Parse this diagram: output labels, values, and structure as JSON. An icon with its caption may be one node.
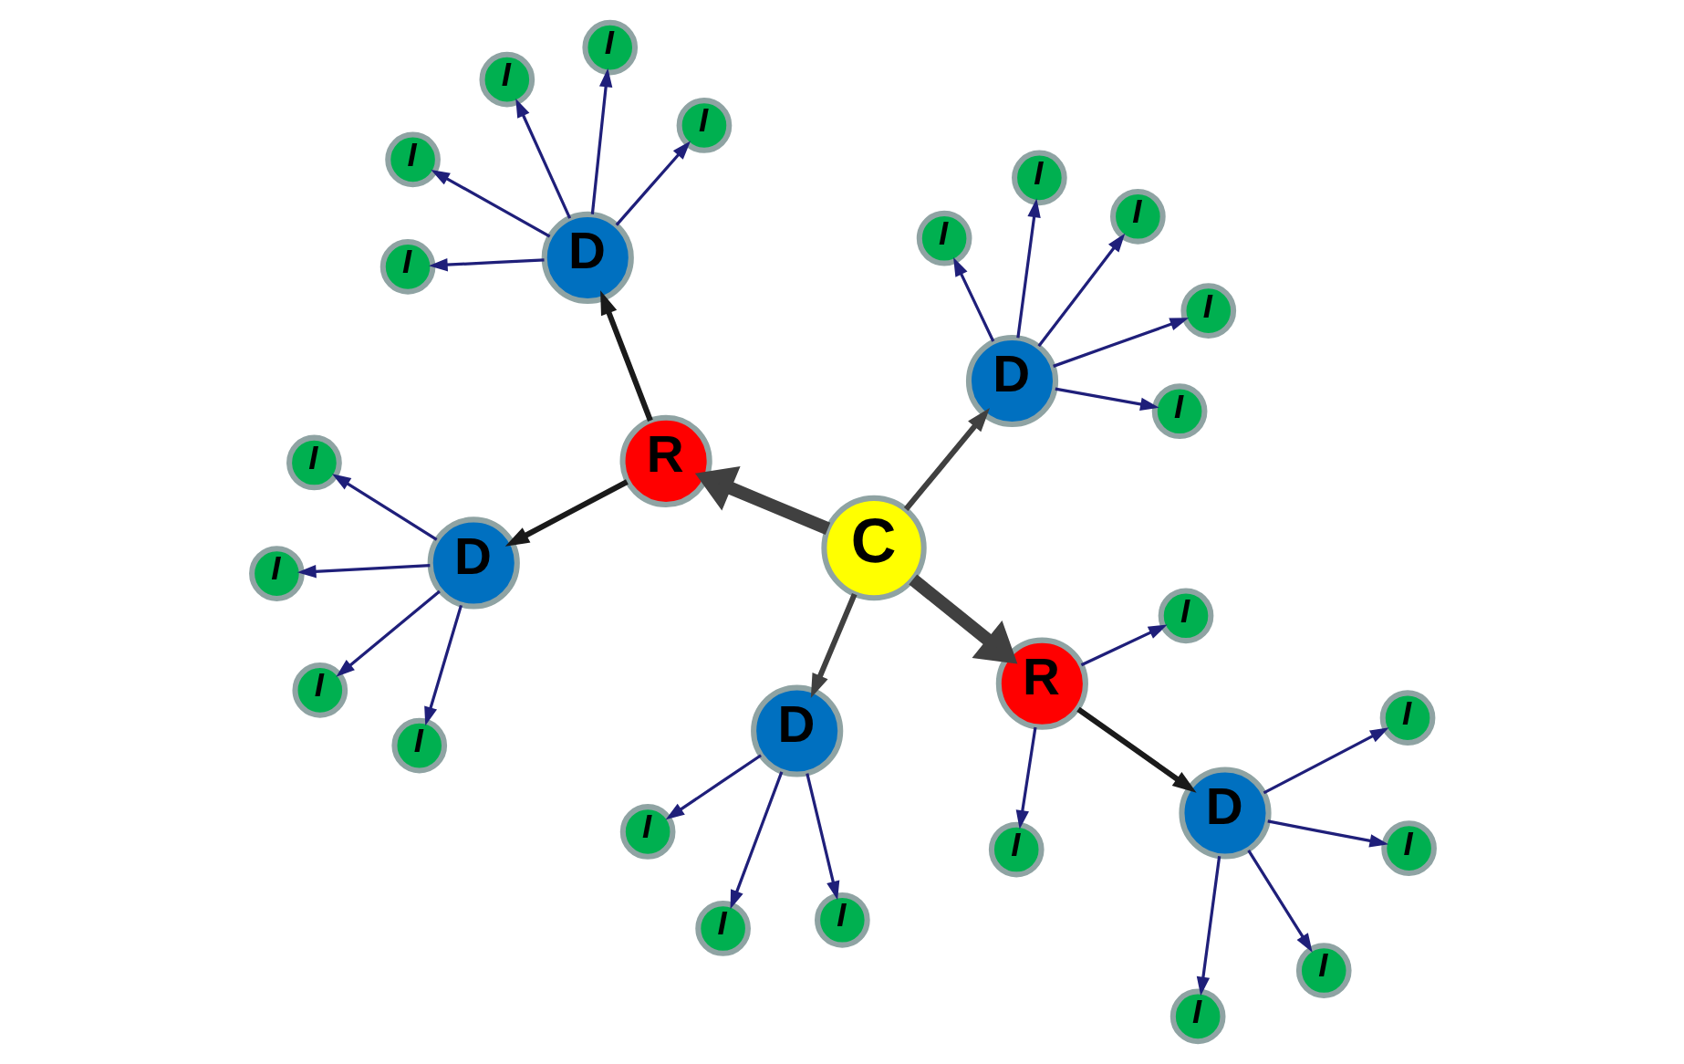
{
  "diagram": {
    "nodes": [
      {
        "text": [
          "C"
        ]
      },
      {
        "text": [
          "D"
        ]
      },
      {
        "text": [
          "D"
        ]
      },
      {
        "text": [
          "R"
        ]
      },
      {
        "text": [
          "R"
        ]
      },
      {
        "text": [
          "D"
        ]
      },
      {
        "text": [
          "D"
        ]
      },
      {
        "text": [
          "D"
        ]
      },
      {
        "text": [
          "I"
        ]
      },
      {
        "text": [
          "I"
        ]
      },
      {
        "text": [
          "I"
        ]
      },
      {
        "text": [
          "I"
        ]
      },
      {
        "text": [
          "I"
        ]
      },
      {
        "text": [
          "I"
        ]
      },
      {
        "text": [
          "I"
        ]
      },
      {
        "text": [
          "I"
        ]
      },
      {
        "text": [
          "I"
        ]
      },
      {
        "text": [
          "I"
        ]
      },
      {
        "text": [
          "I"
        ]
      },
      {
        "text": [
          "I"
        ]
      },
      {
        "text": [
          "I"
        ]
      },
      {
        "text": [
          "I"
        ]
      },
      {
        "text": [
          "I"
        ]
      },
      {
        "text": [
          "I"
        ]
      },
      {
        "text": [
          "I"
        ]
      },
      {
        "text": [
          "I"
        ]
      },
      {
        "text": [
          "I"
        ]
      },
      {
        "text": [
          "I"
        ]
      },
      {
        "text": [
          "I"
        ]
      },
      {
        "text": [
          "I"
        ]
      },
      {
        "text": [
          "I"
        ]
      }
    ],
    "edges": [
      {
        "from": 0,
        "to": 1,
        "arrow": "to",
        "color": "#404040"
      },
      {
        "from": 0,
        "to": 2,
        "arrow": "to",
        "color": "#404040"
      },
      {
        "from": 0,
        "to": 3,
        "arrow": "to",
        "style": "thick",
        "color": "#404040"
      },
      {
        "from": 0,
        "to": 4,
        "arrow": "to",
        "style": "thick",
        "color": "#404040"
      },
      {
        "from": 3,
        "to": 5,
        "arrow": "to",
        "color": "#1a1a1a"
      },
      {
        "from": 3,
        "to": 6,
        "arrow": "to",
        "color": "#1a1a1a"
      },
      {
        "from": 4,
        "to": 7,
        "arrow": "to",
        "color": "#1a1a1a"
      },
      {
        "from": 1,
        "to": 8,
        "arrow": "to"
      },
      {
        "from": 1,
        "to": 9,
        "arrow": "to"
      },
      {
        "from": 1,
        "to": 10,
        "arrow": "to"
      },
      {
        "from": 2,
        "to": 11,
        "arrow": "to"
      },
      {
        "from": 2,
        "to": 12,
        "arrow": "to"
      },
      {
        "from": 2,
        "to": 13,
        "arrow": "to"
      },
      {
        "from": 2,
        "to": 14,
        "arrow": "to"
      },
      {
        "from": 2,
        "to": 15,
        "arrow": "to"
      },
      {
        "from": 5,
        "to": 16,
        "arrow": "to"
      },
      {
        "from": 5,
        "to": 17,
        "arrow": "to"
      },
      {
        "from": 5,
        "to": 18,
        "arrow": "to"
      },
      {
        "from": 5,
        "to": 19,
        "arrow": "to"
      },
      {
        "from": 6,
        "to": 20,
        "arrow": "to"
      },
      {
        "from": 6,
        "to": 21,
        "arrow": "to"
      },
      {
        "from": 6,
        "to": 22,
        "arrow": "to"
      },
      {
        "from": 6,
        "to": 23,
        "arrow": "to"
      },
      {
        "from": 6,
        "to": 24,
        "arrow": "to"
      },
      {
        "from": 4,
        "to": 25,
        "arrow": "to"
      },
      {
        "from": 4,
        "to": 26,
        "arrow": "to"
      },
      {
        "from": 7,
        "to": 27,
        "arrow": "to"
      },
      {
        "from": 7,
        "to": 28,
        "arrow": "to"
      },
      {
        "from": 7,
        "to": 29,
        "arrow": "to"
      },
      {
        "from": 7,
        "to": 30,
        "arrow": "to"
      }
    ]
  }
}
